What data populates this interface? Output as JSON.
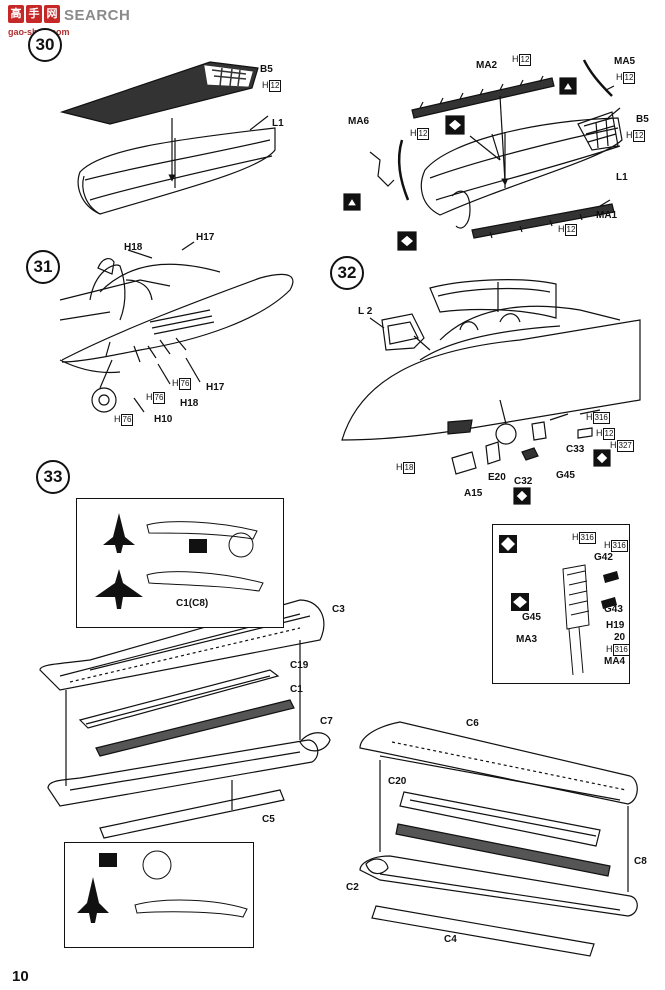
{
  "watermark": {
    "badge1": "高",
    "badge2": "手",
    "badge3": "网",
    "site": "SEARCH",
    "url": "gao-shou.com"
  },
  "page_number": "10",
  "steps": {
    "s30": "30",
    "s31": "31",
    "s32": "32",
    "s33": "33"
  },
  "labels": {
    "B5_left": "B5",
    "H12_left": "12",
    "L1_left": "L1",
    "MA2": "MA2",
    "H12_ma2": "12",
    "MA5": "MA5",
    "H12_ma5": "12",
    "MA6": "MA6",
    "H12_ma6": "12",
    "B5_right": "B5",
    "H12_b5": "12",
    "L1_right": "L1",
    "MA1": "MA1",
    "H12_ma1": "12",
    "H17_top": "H17",
    "H18_top": "H18",
    "H76_a": "76",
    "H17_bot": "H17",
    "H76_b": "76",
    "H18_bot": "H18",
    "H76_c": "76",
    "H10": "H10",
    "L2": "L 2",
    "H316_a": "316",
    "H12_c33": "12",
    "C33": "C33",
    "H327": "327",
    "H18_32": "18",
    "A15": "A15",
    "E20": "E20",
    "C32": "C32",
    "G45_a": "G45",
    "H316_b": "316",
    "H316_c": "316",
    "G42": "G42",
    "G43": "G43",
    "G45_b": "G45",
    "H19": "H19",
    "n20": "20",
    "H316_d": "316",
    "MA3": "MA3",
    "MA4": "MA4",
    "C3": "C3",
    "C1C8": "C1(C8)",
    "C19": "C19",
    "C1": "C1",
    "C7": "C7",
    "C5": "C5",
    "C6": "C6",
    "C20": "C20",
    "C8": "C8",
    "C2": "C2",
    "C4": "C4"
  },
  "colors": {
    "ink": "#111111",
    "watermark_red": "#c62828"
  }
}
